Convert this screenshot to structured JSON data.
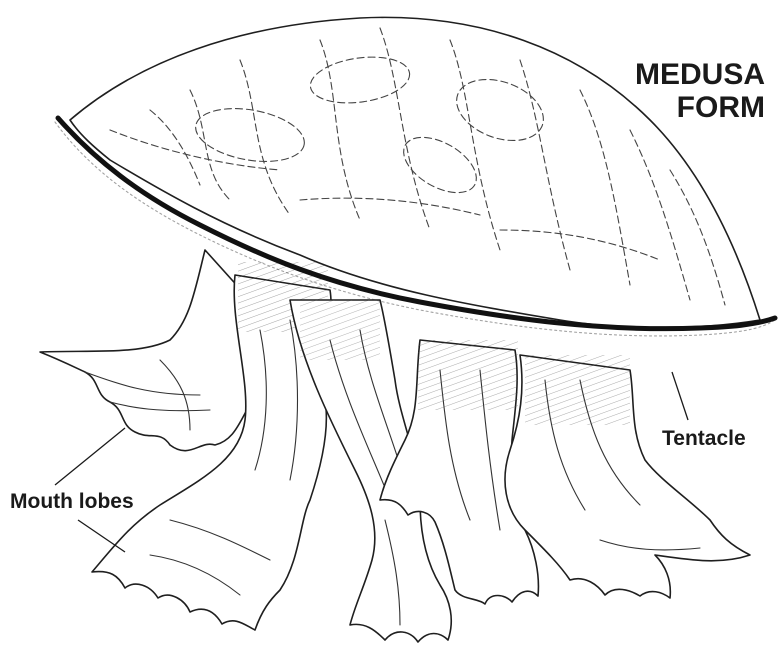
{
  "figure": {
    "title_line1": "MEDUSA",
    "title_line2": "FORM",
    "labels": {
      "tentacle": "Tentacle",
      "mouth_lobes": "Mouth lobes"
    },
    "colors": {
      "ink": "#1f1f1f",
      "background": "#ffffff"
    }
  }
}
